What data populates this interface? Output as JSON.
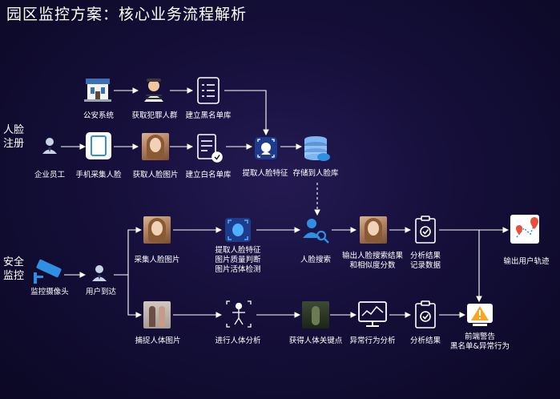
{
  "title": "园区监控方案：核心业务流程解析",
  "sections": {
    "face_registration": [
      "人脸",
      "注册"
    ],
    "security_monitoring": [
      "安全",
      "监控"
    ]
  },
  "nodes": {
    "police_system": "公安系统",
    "get_criminals": "获取犯罪人群",
    "build_blacklist": "建立黑名单库",
    "employee": "企业员工",
    "phone_capture": "手机采集人脸",
    "get_face_image": "获取人脸图片",
    "build_whitelist": "建立白名单库",
    "extract_features": "提取人脸特征",
    "store_face_db": "存储到人脸库",
    "camera": "监控摄像头",
    "user_arrives": "用户到达",
    "collect_face_image": "采集人脸图片",
    "extract_check": [
      "提取人脸特征",
      "图片质量判断",
      "图片活体检测"
    ],
    "face_search": "人脸搜索",
    "output_search_result": [
      "输出人脸搜索结果",
      "和相似度分数"
    ],
    "analysis_record": [
      "分析结果",
      "记录数据"
    ],
    "output_track": "输出用户轨迹",
    "capture_body_image": "捕捉人体图片",
    "body_analysis": "进行人体分析",
    "get_keypoints": "获得人体关键点",
    "abnormal_analysis": "异常行为分析",
    "analysis_result": "分析结果",
    "frontend_alert": [
      "前端警告",
      "黑名单&异常行为"
    ]
  },
  "colors": {
    "background": "#150f3a",
    "arrow": "#ffffff",
    "accent_blue": "#2f8fe3",
    "alert_orange": "#f5a623",
    "map_red": "#e8503a"
  }
}
